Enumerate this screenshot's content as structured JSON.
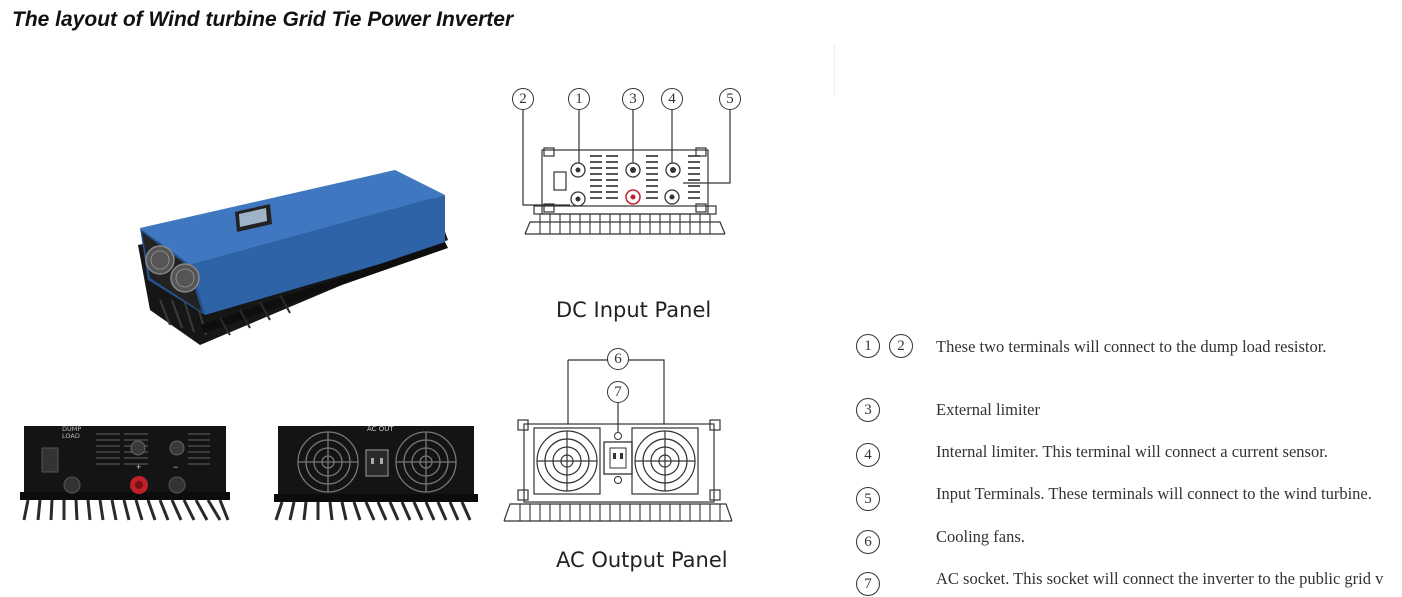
{
  "title": "The layout of Wind turbine Grid Tie Power Inverter",
  "dc_panel": {
    "label": "DC Input Panel",
    "callouts": [
      "2",
      "1",
      "3",
      "4",
      "5"
    ]
  },
  "ac_panel": {
    "label": "AC Output Panel",
    "callouts": [
      "6",
      "7"
    ]
  },
  "photo_labels": {
    "dump_load": "DUMP LOAD",
    "ac_out": "AC OUT",
    "plus": "+",
    "minus": "−"
  },
  "legend": [
    {
      "nums": [
        "1",
        "2"
      ],
      "text": "These two terminals will connect to the dump load resistor."
    },
    {
      "nums": [
        "3"
      ],
      "text": "External limiter"
    },
    {
      "nums": [
        "4"
      ],
      "text": "Internal limiter. This terminal will connect a current sensor."
    },
    {
      "nums": [
        "5"
      ],
      "text": "Input Terminals. These terminals will connect to the wind turbine."
    },
    {
      "nums": [
        "6"
      ],
      "text": "Cooling fans."
    },
    {
      "nums": [
        "7"
      ],
      "text": "AC socket. This socket will connect the inverter to the public grid v"
    }
  ],
  "colors": {
    "inverter_blue": "#2e63a8",
    "heatsink": "#1c1c1c",
    "terminal_red": "#c0202a"
  }
}
